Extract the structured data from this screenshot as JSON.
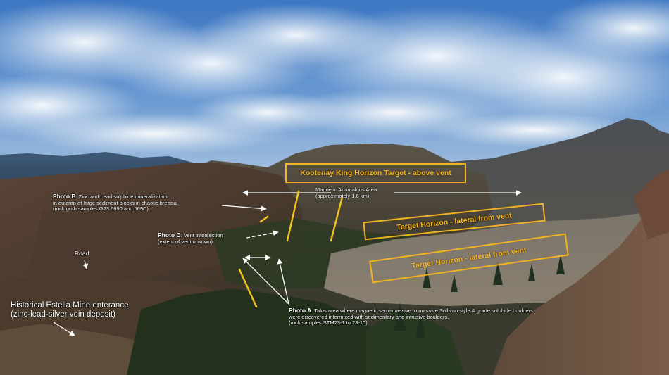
{
  "targets": {
    "kootenay_king": "Kootenay King Horizon Target - above vent",
    "lateral_1": "Target Horizon - lateral from vent",
    "lateral_2": "Target Horizon - lateral from vent"
  },
  "magnetic": {
    "title": "Magnetic Anomalous Area",
    "sub": "(approximately 1.6 km)"
  },
  "photo_b": {
    "tag": "Photo B",
    "line1": ": Zinc and Lead sulphide mineralization",
    "line2": "in outcrop of large sediment blocks in chaotic breccia",
    "line3": "(rock grab samples G23 6690 and 669C)"
  },
  "photo_c": {
    "tag": "Photo C",
    "line1": ": Vent Intersection",
    "line2": "(extent of vent unkown)"
  },
  "photo_a": {
    "tag": "Photo A",
    "line1": ": Talus area where magnetic semi-massive to massive Sullivan style & grade sulphide boulders",
    "line2": "were discovered intermixed with sedimentary and intrusive boulders.",
    "line3": "(rock samples STM23-1 to 23-10)"
  },
  "road": "Road",
  "mine": {
    "line1": "Historical Estella Mine enterance",
    "line2": "(zinc-lead-silver vein deposit)"
  },
  "colors": {
    "annotation_yellow": "#f2b321",
    "arrow_white": "#ffffff",
    "sky": "#4f86c9"
  }
}
